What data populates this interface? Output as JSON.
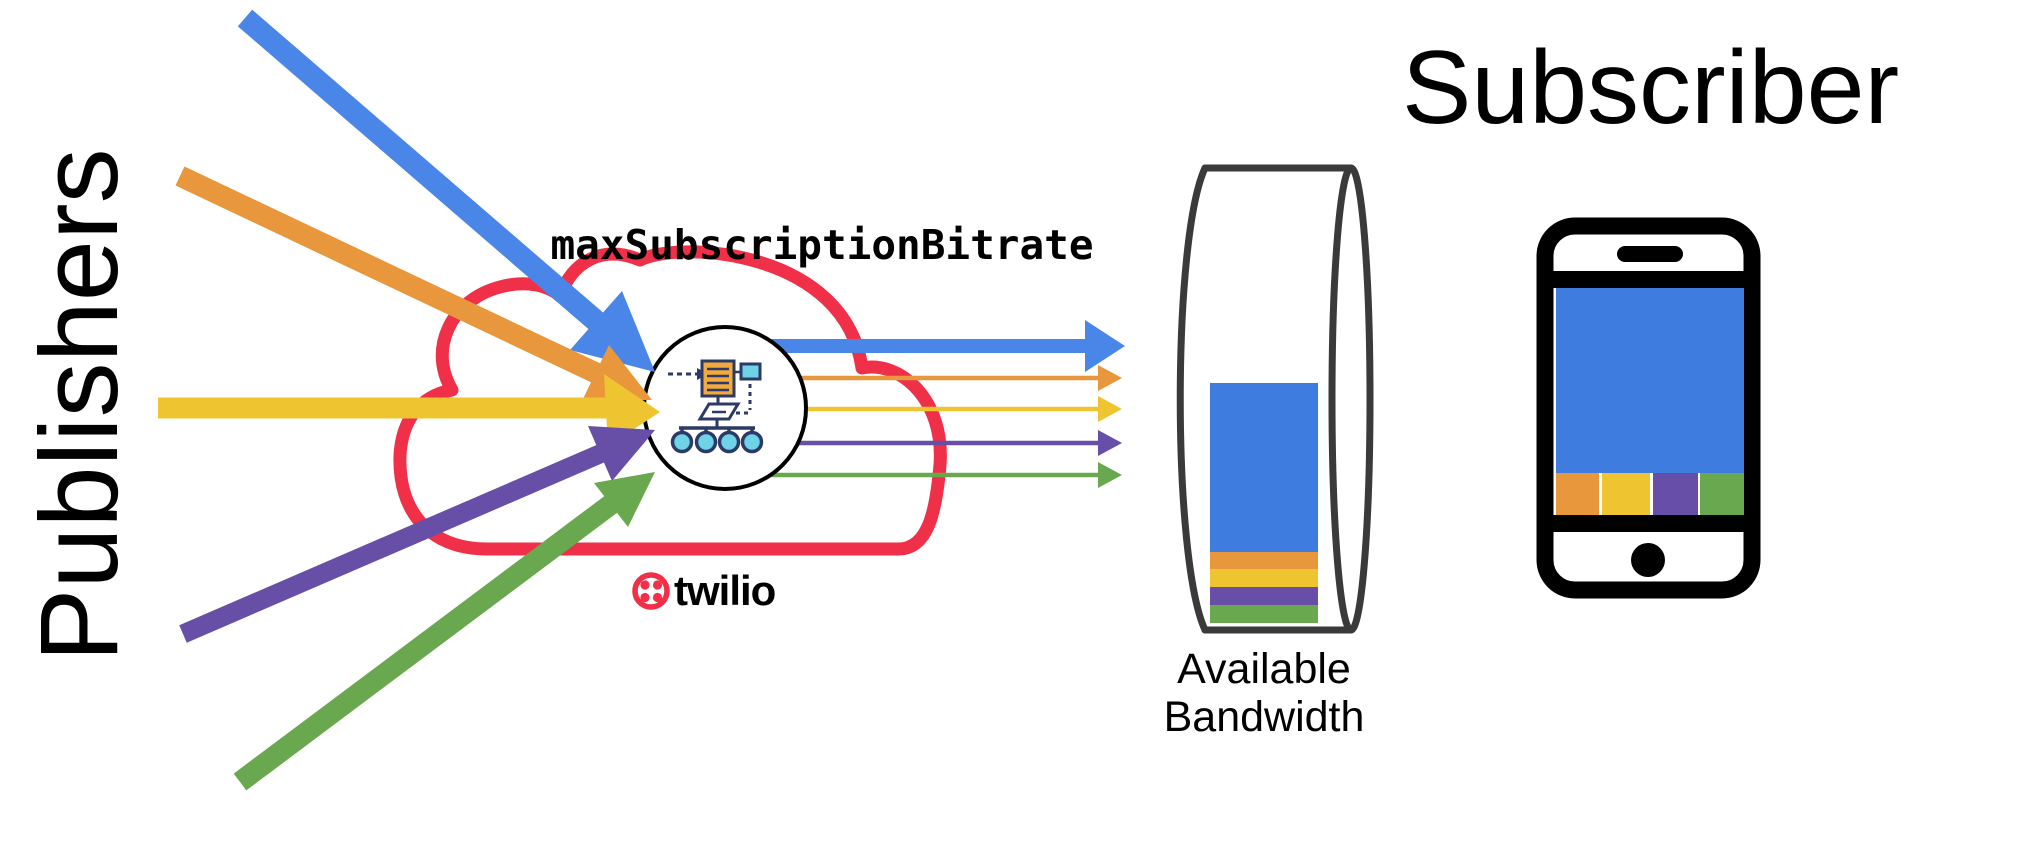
{
  "labels": {
    "publishers": "Publishers",
    "subscriber": "Subscriber",
    "max_bitrate": "maxSubscriptionBitrate",
    "brand": "twilio",
    "bandwidth_line1": "Available",
    "bandwidth_line2": "Bandwidth"
  },
  "colors": {
    "blue": "#4A86E8",
    "orange": "#E8973C",
    "yellow": "#EFC431",
    "purple": "#674EA7",
    "green": "#6AA84F",
    "cloud_red": "#EF3048",
    "twilio_red": "#F22F46",
    "cylinder_outline": "#3A3A3A",
    "screen_blue": "#3E7CE0",
    "icon_navy": "#2B3A66",
    "icon_orange": "#F3A93C",
    "icon_cyan": "#6FD3E7",
    "black": "#000000"
  },
  "streams": {
    "publisher_count": 5,
    "order": [
      "blue",
      "orange",
      "yellow",
      "purple",
      "green"
    ],
    "note_icons": [
      "publisher-stream-arrow",
      "sfu-routing-icon",
      "subscriber-stream-arrow"
    ]
  },
  "bandwidth_bar": {
    "segments": [
      {
        "stream": "blue",
        "share": "large"
      },
      {
        "stream": "orange",
        "share": "small"
      },
      {
        "stream": "yellow",
        "share": "small"
      },
      {
        "stream": "purple",
        "share": "small"
      },
      {
        "stream": "green",
        "share": "small"
      }
    ]
  }
}
